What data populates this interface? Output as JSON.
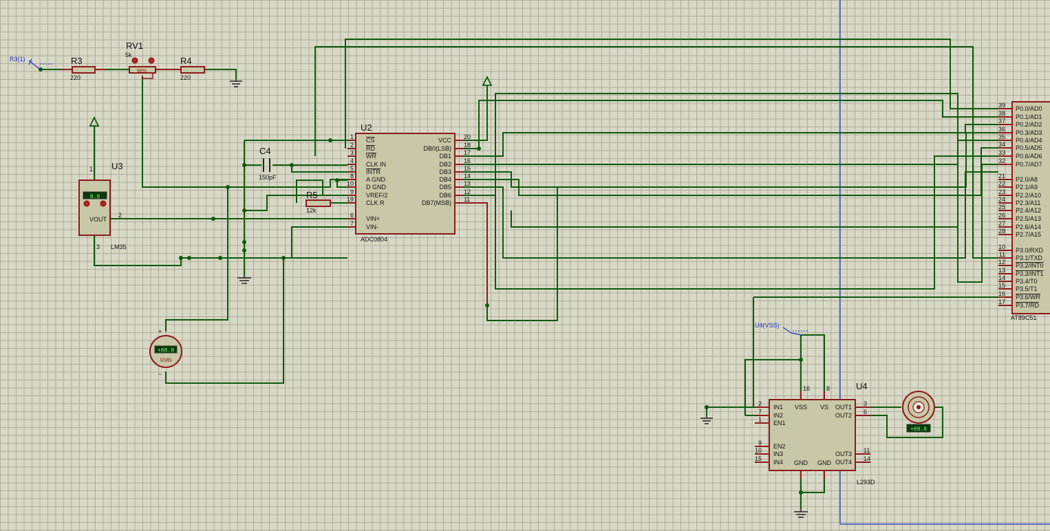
{
  "components": {
    "r3": {
      "ref": "R3",
      "value": "220"
    },
    "r4": {
      "ref": "R4",
      "value": "220"
    },
    "rv1": {
      "ref": "RV1",
      "value": "5k",
      "setting": "96%"
    },
    "c4": {
      "ref": "C4",
      "value": "150pF"
    },
    "r5": {
      "ref": "R5",
      "value": "12k"
    },
    "terminal": {
      "label": "R3(1)"
    },
    "terminal2": {
      "label": "U4(VSS)"
    },
    "u3": {
      "ref": "U3",
      "part": "LM35",
      "display": "8.0",
      "pin_vout": "VOUT",
      "pin1": "1",
      "pin2": "2",
      "pin3": "3"
    },
    "voltmeter": {
      "display": "+88.8",
      "unit": "Volts",
      "plus": "+",
      "minus": "−"
    },
    "motor": {
      "display": "+88.8"
    },
    "u2": {
      "ref": "U2",
      "part": "ADC0804",
      "left_pins": [
        {
          "num": "1",
          "name": "CS"
        },
        {
          "num": "2",
          "name": "RD"
        },
        {
          "num": "3",
          "name": "WR"
        },
        {
          "num": "4",
          "name": "CLK IN"
        },
        {
          "num": "5",
          "name": "INTR"
        },
        {
          "num": "8",
          "name": "A GND"
        },
        {
          "num": "10",
          "name": "D GND"
        },
        {
          "num": "9",
          "name": "VREF/2"
        },
        {
          "num": "19",
          "name": "CLK R"
        },
        {
          "num": "6",
          "name": "VIN+"
        },
        {
          "num": "7",
          "name": "VIN-"
        }
      ],
      "right_pins": [
        {
          "num": "20",
          "name": "VCC"
        },
        {
          "num": "18",
          "name": "DB0(LSB)"
        },
        {
          "num": "17",
          "name": "DB1"
        },
        {
          "num": "16",
          "name": "DB2"
        },
        {
          "num": "15",
          "name": "DB3"
        },
        {
          "num": "14",
          "name": "DB4"
        },
        {
          "num": "13",
          "name": "DB5"
        },
        {
          "num": "12",
          "name": "DB6"
        },
        {
          "num": "11",
          "name": "DB7(MSB)"
        }
      ]
    },
    "mcu": {
      "part": "AT89C51",
      "pins": [
        {
          "num": "39",
          "name": "P0.0/AD0"
        },
        {
          "num": "38",
          "name": "P0.1/AD1"
        },
        {
          "num": "37",
          "name": "P0.2/AD2"
        },
        {
          "num": "36",
          "name": "P0.3/AD3"
        },
        {
          "num": "35",
          "name": "P0.4/AD4"
        },
        {
          "num": "34",
          "name": "P0.5/AD5"
        },
        {
          "num": "33",
          "name": "P0.6/AD6"
        },
        {
          "num": "32",
          "name": "P0.7/AD7"
        },
        {
          "num": "21",
          "name": "P2.0/A8"
        },
        {
          "num": "22",
          "name": "P2.1/A9"
        },
        {
          "num": "23",
          "name": "P2.2/A10"
        },
        {
          "num": "24",
          "name": "P2.3/A11"
        },
        {
          "num": "25",
          "name": "P2.4/A12"
        },
        {
          "num": "26",
          "name": "P2.5/A13"
        },
        {
          "num": "27",
          "name": "P2.6/A14"
        },
        {
          "num": "28",
          "name": "P2.7/A15"
        },
        {
          "num": "10",
          "name": "P3.0/RXD"
        },
        {
          "num": "11",
          "name": "P3.1/TXD"
        },
        {
          "num": "12",
          "name": "P3.2/INT0"
        },
        {
          "num": "13",
          "name": "P3.3/INT1"
        },
        {
          "num": "14",
          "name": "P3.4/T0"
        },
        {
          "num": "15",
          "name": "P3.5/T1"
        },
        {
          "num": "16",
          "name": "P3.6/WR"
        },
        {
          "num": "17",
          "name": "P3.7/RD"
        }
      ]
    },
    "u4": {
      "ref": "U4",
      "part": "L293D",
      "left_pins": [
        {
          "num": "2",
          "name": "IN1"
        },
        {
          "num": "7",
          "name": "IN2"
        },
        {
          "num": "1",
          "name": "EN1"
        },
        {
          "num": "9",
          "name": "EN2"
        },
        {
          "num": "10",
          "name": "IN3"
        },
        {
          "num": "15",
          "name": "IN4"
        }
      ],
      "top_pins": [
        {
          "num": "16",
          "name": "VSS"
        },
        {
          "num": "8",
          "name": "VS"
        }
      ],
      "right_pins": [
        {
          "num": "3",
          "name": "OUT1"
        },
        {
          "num": "6",
          "name": "OUT2"
        },
        {
          "num": "11",
          "name": "OUT3"
        },
        {
          "num": "14",
          "name": "OUT4"
        }
      ],
      "bottom_pins": [
        {
          "name": "GND"
        },
        {
          "name": "GND"
        }
      ]
    }
  },
  "colors": {
    "wire": "#0d5a0d",
    "component": "#8c1a1a",
    "body": "#c8c8a8",
    "grid": "#d8d8c6",
    "marker": "#2030c0"
  }
}
